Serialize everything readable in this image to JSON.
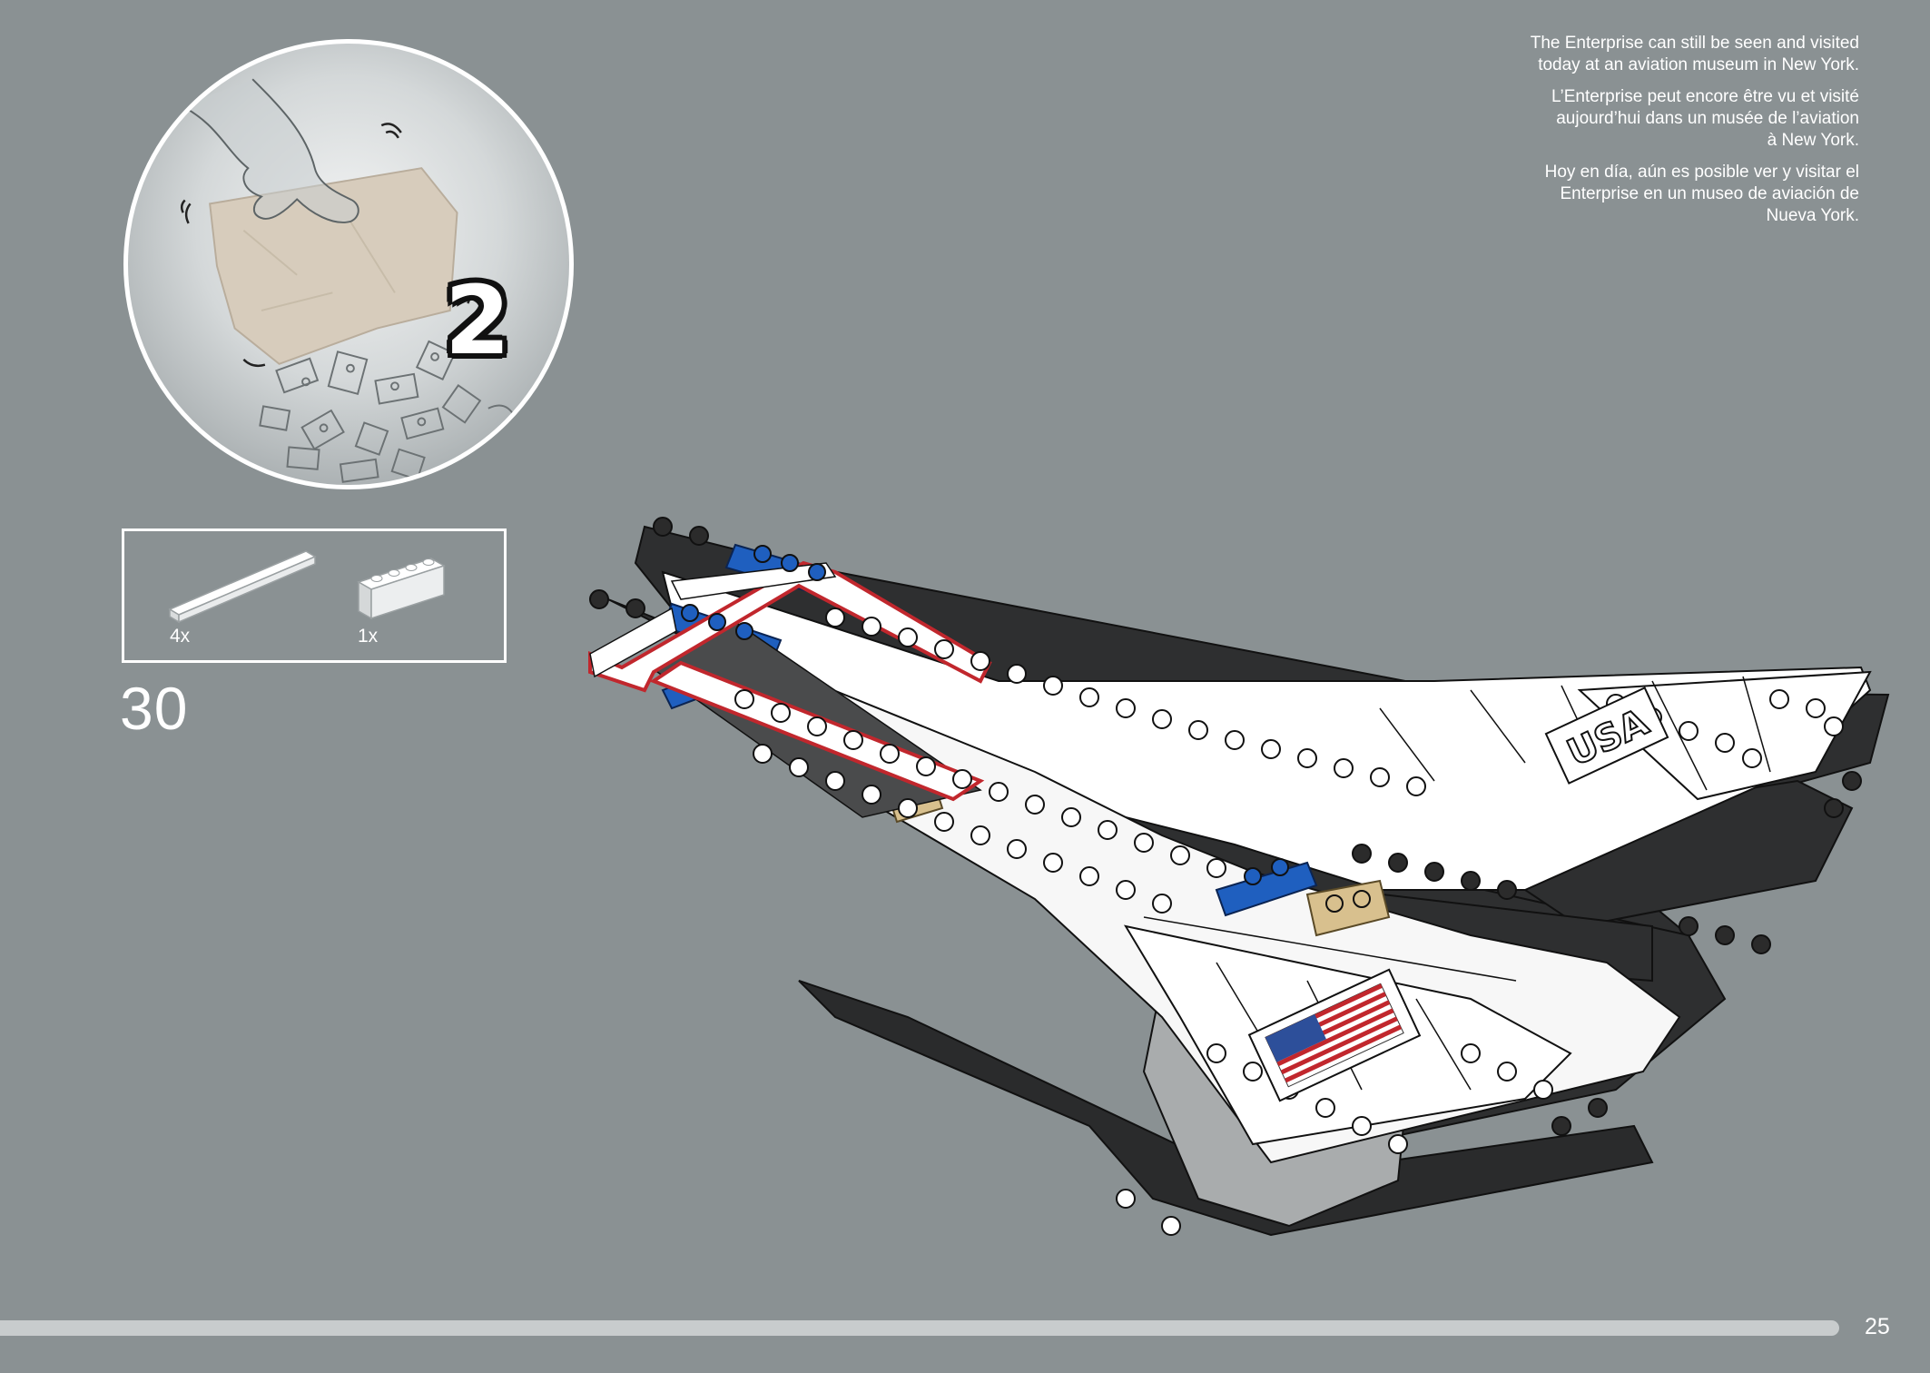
{
  "step": {
    "bag_number": "2",
    "number": "30"
  },
  "parts": [
    {
      "count": "4x",
      "icon": "white-tile-1x6"
    },
    {
      "count": "1x",
      "icon": "white-brick-1x4"
    }
  ],
  "info_text": {
    "en": "The Enterprise can still be seen and visited\ntoday at an aviation museum in New York.",
    "fr": "L’Enterprise peut encore être vu et visité\naujourd’hui dans un musée de l’aviation\nà New York.",
    "es": "Hoy en día, aún es posible ver y visitar el\nEnterprise en un museo de aviación de\nNueva York."
  },
  "model_decals": {
    "wing_lettering": "USA"
  },
  "footer": {
    "page_number": "25",
    "progress_fraction": 0.95
  },
  "colors": {
    "background": "#8a9193",
    "white_brick": "#ffffff",
    "black_brick": "#2b2b2b",
    "blue_brick": "#1f5fbf",
    "tan_brick": "#d8c08e",
    "highlight_outline": "#c1272d"
  }
}
